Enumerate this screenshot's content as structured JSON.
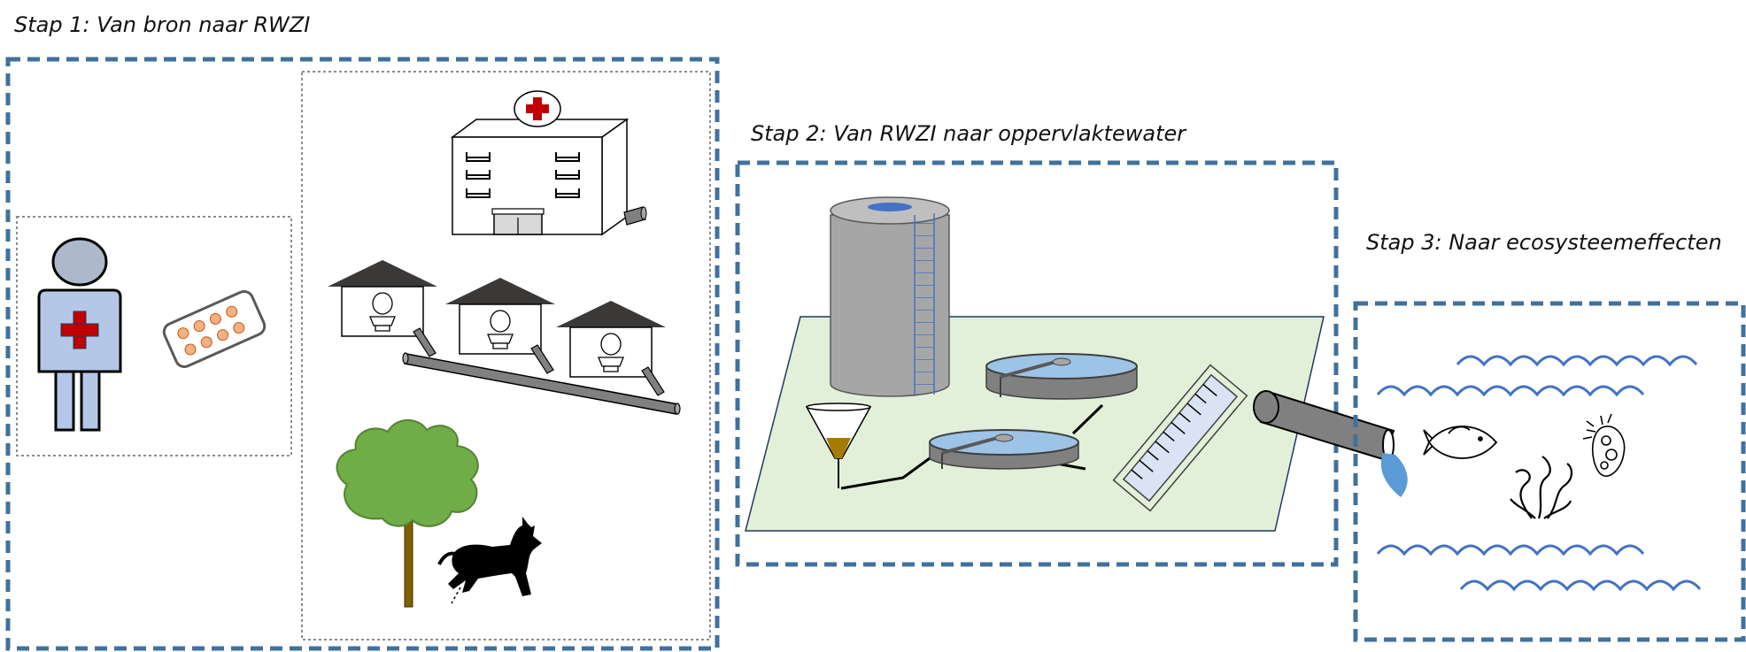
{
  "steps": [
    {
      "label": "Stap 1: Van bron naar RWZI"
    },
    {
      "label": "Stap 2: Van RWZI naar oppervlaktewater"
    },
    {
      "label": "Stap 3: Naar ecosysteemeffecten"
    }
  ],
  "colors": {
    "frame_border": "#41719C",
    "inner_border": "#8C8C8C",
    "red_cross": "#C00000",
    "person_fill": "#B4C7E7",
    "head_fill": "#ADB9CA",
    "pill_fill": "#F4B183",
    "roof_fill": "#3B3838",
    "pipe_fill": "#808080",
    "tree_leaves": "#70AD47",
    "tree_trunk": "#7F6000",
    "ground_fill": "#E2F0D9",
    "tank_fill": "#A6A6A6",
    "water_fill": "#9DC3E6",
    "sludge_fill": "#A67C00",
    "wave_color": "#4472C4",
    "outflow_water": "#5B9BD5"
  },
  "icons": [
    "person-icon",
    "medicine-pills-icon",
    "hospital-icon",
    "house-toilet-icon",
    "sewer-pipe-icon",
    "tree-icon",
    "dog-icon",
    "storage-tank-icon",
    "settling-tank-icon",
    "funnel-icon",
    "filter-bed-icon",
    "outflow-pipe-icon",
    "fish-icon",
    "waterplant-icon",
    "plankton-icon",
    "wave-icon"
  ]
}
